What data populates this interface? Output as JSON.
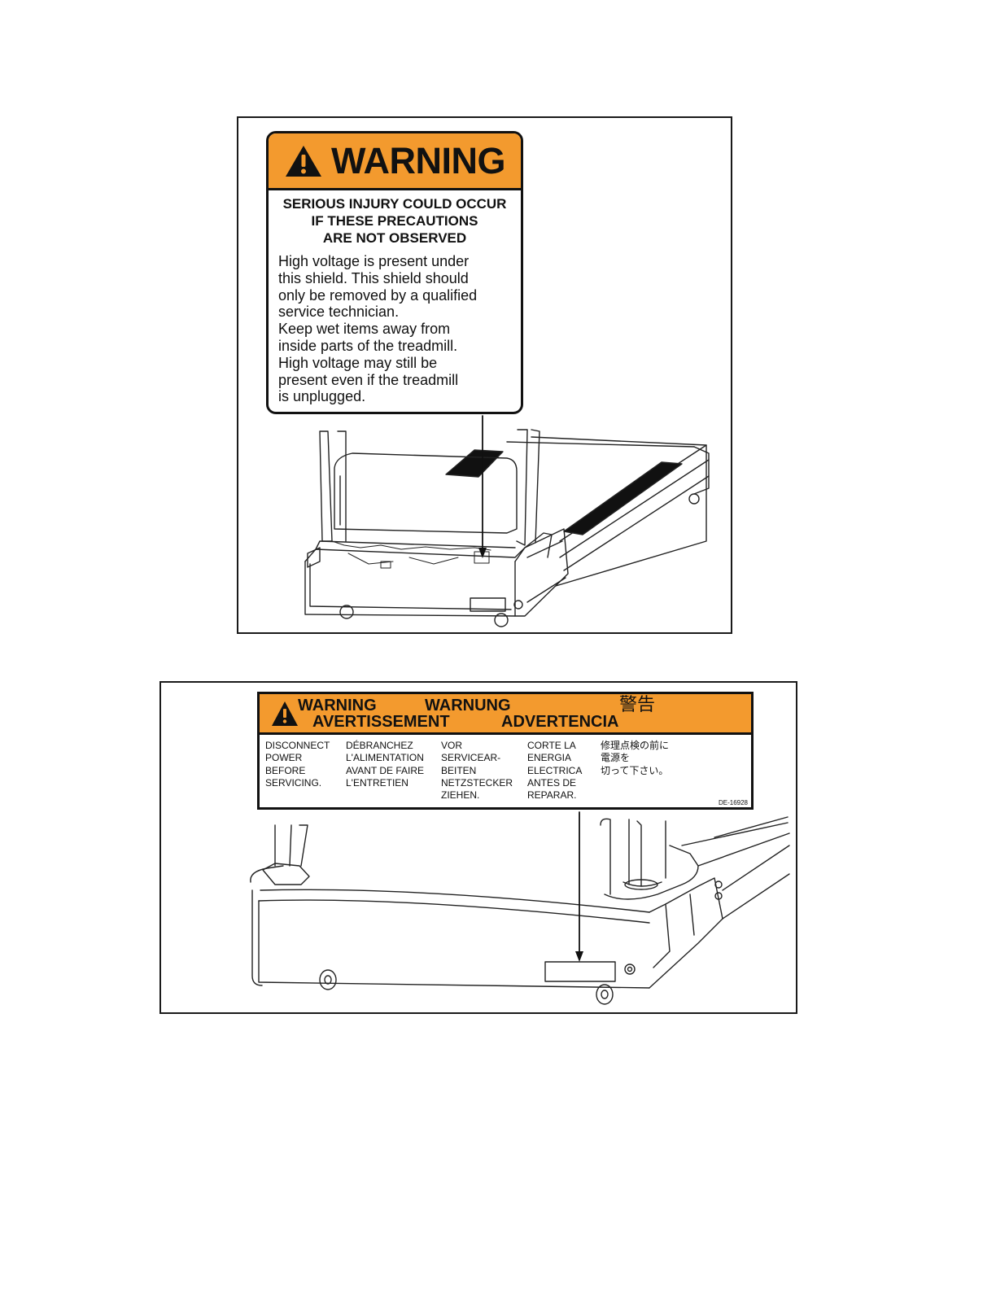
{
  "figure1": {
    "label": {
      "header": "WARNING",
      "subheading_lines": [
        "SERIOUS INJURY COULD OCCUR",
        "IF THESE PRECAUTIONS",
        "ARE NOT OBSERVED"
      ],
      "body_lines": [
        "High voltage is present under",
        "this shield. This shield should",
        "only be removed by a qualified",
        "service technician.",
        "Keep wet items away from",
        "inside parts of the treadmill.",
        "High voltage may still be",
        "present even if the treadmill",
        "is unplugged."
      ]
    }
  },
  "figure2": {
    "label": {
      "headers": {
        "en": "WARNING",
        "de": "WARNUNG",
        "ja": "警告",
        "fr": "AVERTISSEMENT",
        "es": "ADVERTENCIA"
      },
      "columns": {
        "en": [
          "DISCONNECT",
          "POWER",
          "BEFORE",
          "SERVICING."
        ],
        "fr": [
          "DÉBRANCHEZ",
          "L'ALIMENTATION",
          "AVANT DE FAIRE",
          "L'ENTRETIEN"
        ],
        "de": [
          "VOR",
          "SERVICEAR-",
          "BEITEN",
          "NETZSTECKER",
          "ZIEHEN."
        ],
        "es": [
          "CORTE LA",
          "ENERGIA",
          "ELECTRICA",
          "ANTES DE",
          "REPARAR."
        ],
        "ja": [
          "修理点検の前に",
          "電源を",
          "切って下さい。"
        ]
      },
      "code": "DE-16928"
    }
  },
  "colors": {
    "label_orange": "#F39A2E",
    "line": "#111111"
  }
}
